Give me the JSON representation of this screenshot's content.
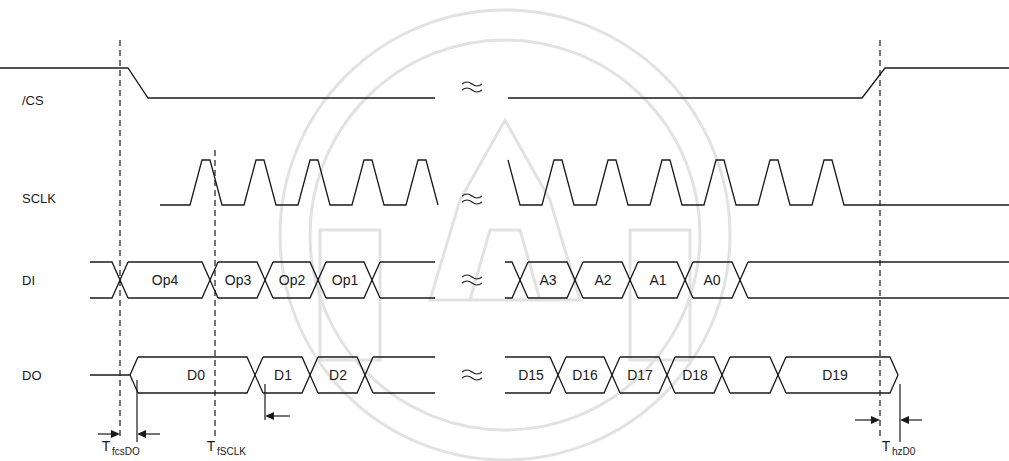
{
  "diagram": {
    "labels": [
      "/CS",
      "SCLK",
      "DI",
      "DO",
      "Op4",
      "Op3",
      "Op2",
      "Op1",
      "A3",
      "A2",
      "A1",
      "A0",
      "D0",
      "D1",
      "D2",
      "D15",
      "D16",
      "D17",
      "D18",
      "D19",
      "T",
      "fcsDO",
      "T",
      "fSCLK",
      "T",
      "hzD0"
    ]
  }
}
